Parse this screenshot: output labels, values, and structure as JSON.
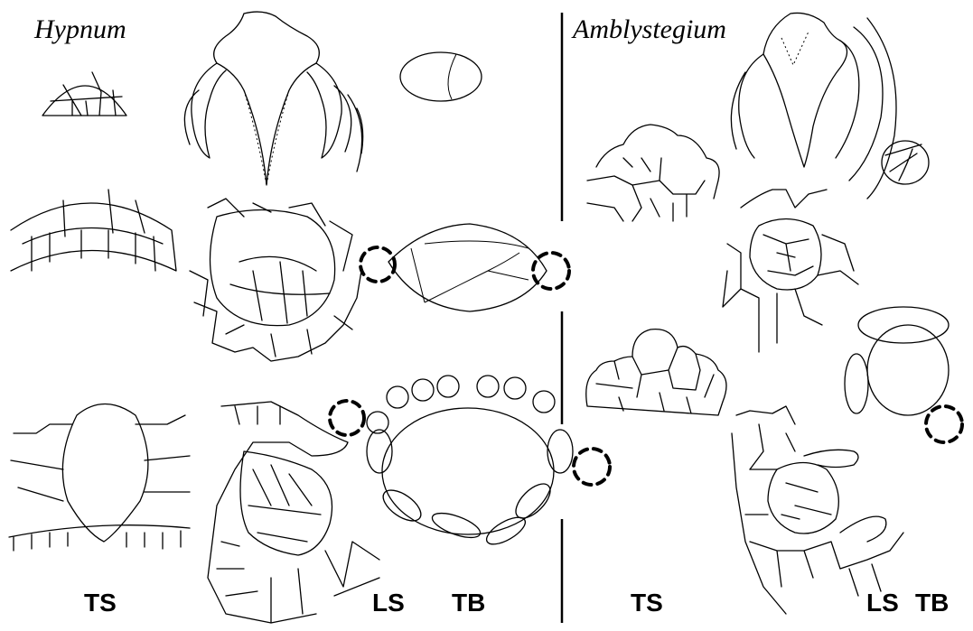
{
  "panels": {
    "left_genus": "Hypnum",
    "right_genus": "Amblystegium"
  },
  "labels": {
    "left_ts": "TS",
    "left_ls": "LS",
    "left_tb": "TB",
    "right_ts": "TS",
    "right_ls": "LS",
    "right_tb": "TB"
  }
}
